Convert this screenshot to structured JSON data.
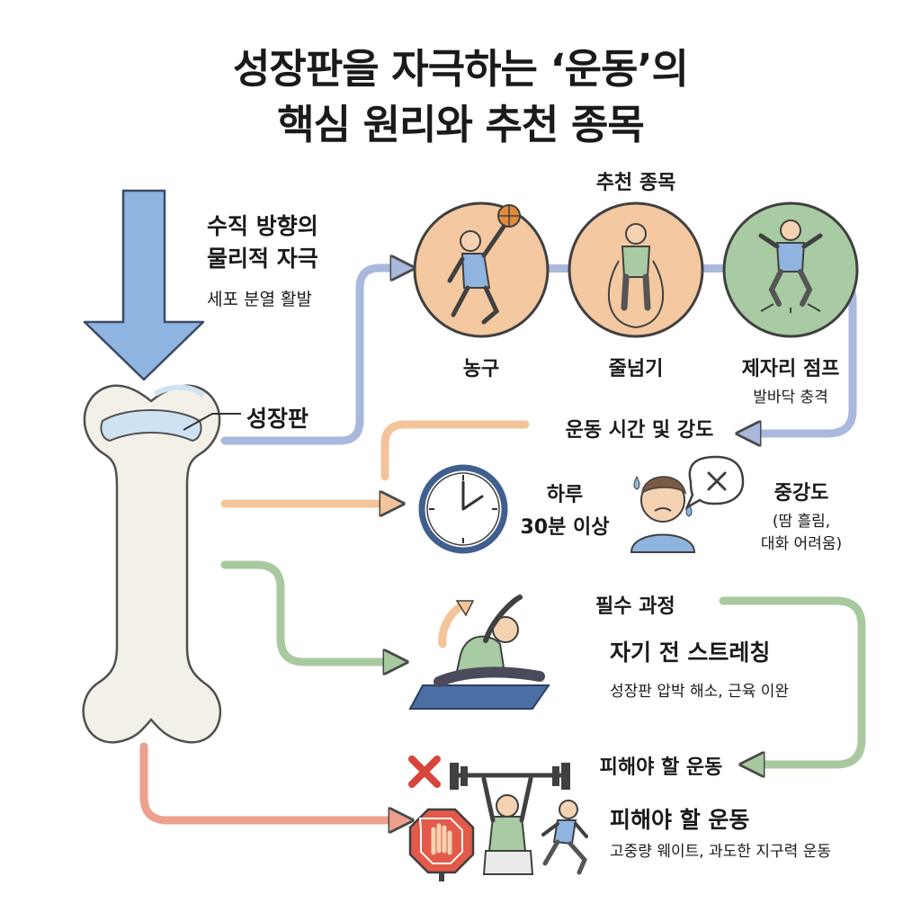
{
  "title": {
    "line1": "성장판을 자극하는 ‘운동’의",
    "line2": "핵심 원리와 추천 종목"
  },
  "principle": {
    "heading_line1": "수직 방향의",
    "heading_line2": "물리적 자극",
    "sub": "세포 분열 활발",
    "growth_plate_label": "성장판"
  },
  "recommended": {
    "heading": "추천 종목",
    "items": [
      {
        "label": "농구",
        "icon": "basketball-player-icon"
      },
      {
        "label": "줄넘기",
        "icon": "jump-rope-icon"
      },
      {
        "label": "제자리 점프",
        "sub": "발바닥 충격",
        "icon": "jumping-person-icon"
      }
    ]
  },
  "time_intensity": {
    "heading": "운동 시간 및 강도",
    "duration_line1": "하루",
    "duration_line2": "30분 이상",
    "intensity": "중강도",
    "intensity_note_line1": "(땀 흘림,",
    "intensity_note_line2": "대화 어려움)"
  },
  "stretching": {
    "heading": "필수 과정",
    "title": "자기 전 스트레칭",
    "sub": "성장판 압박 해소, 근육 이완"
  },
  "avoid": {
    "heading": "피해야 할 운동",
    "title": "피해야 할 운동",
    "sub": "고중량 웨이트, 과도한 지구력 운동"
  },
  "colors": {
    "blue_arrow": "#8fb4e0",
    "flow_blue": "#a9b8dc",
    "flow_orange": "#f3c49a",
    "flow_green": "#a8c9a0",
    "flow_red": "#eea08e",
    "circle_orange": "#f4c8a0",
    "circle_green": "#a9cba3",
    "bone": "#f3f1e7"
  }
}
